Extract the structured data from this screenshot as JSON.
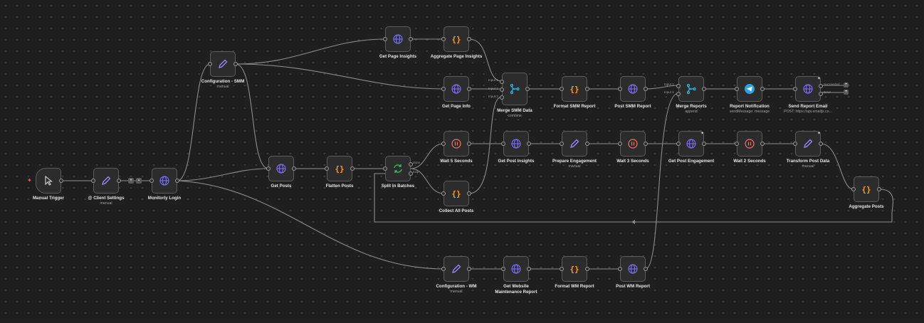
{
  "nodes": {
    "manual_trigger": {
      "label": "Manual Trigger",
      "sub": ""
    },
    "client_settings": {
      "label": "@ Client Settings",
      "sub": "manual"
    },
    "monitorly_login": {
      "label": "Monitorly Login",
      "sub": ""
    },
    "config_smm": {
      "label": "Configuration - SMM",
      "sub": "manual"
    },
    "get_page_insights": {
      "label": "Get Page Insights",
      "sub": ""
    },
    "aggregate_page_insights": {
      "label": "Aggregate Page Insights",
      "sub": ""
    },
    "get_page_info": {
      "label": "Get Page Info",
      "sub": ""
    },
    "merge_smm_data": {
      "label": "Merge SMM Data",
      "sub": "combine"
    },
    "format_smm_report": {
      "label": "Format SMM Report",
      "sub": ""
    },
    "post_smm_report": {
      "label": "Post SMM Report",
      "sub": ""
    },
    "merge_reports": {
      "label": "Merge Reports",
      "sub": "append"
    },
    "report_notification": {
      "label": "Report Notification",
      "sub": "sendMessage: message"
    },
    "send_report_email": {
      "label": "Send Report Email",
      "sub": "POST: https://api.emailjs.co..."
    },
    "get_posts": {
      "label": "Get Posts",
      "sub": ""
    },
    "flatten_posts": {
      "label": "Flatten Posts",
      "sub": ""
    },
    "split_in_batches": {
      "label": "Split In Batches",
      "sub": ""
    },
    "wait_5": {
      "label": "Wait 5 Seconds",
      "sub": ""
    },
    "get_post_insights": {
      "label": "Get Post Insights",
      "sub": ""
    },
    "prepare_engagement": {
      "label": "Prepare Engagement",
      "sub": "manual"
    },
    "wait_3": {
      "label": "Wait 3 Seconds",
      "sub": ""
    },
    "get_post_engagement": {
      "label": "Get Post Engagement",
      "sub": ""
    },
    "wait_2": {
      "label": "Wait 2 Seconds",
      "sub": ""
    },
    "transform_post_data": {
      "label": "Transform Post Data",
      "sub": "manual"
    },
    "collect_all_posts": {
      "label": "Collect All Posts",
      "sub": ""
    },
    "aggregate_posts": {
      "label": "Aggregate Posts",
      "sub": ""
    },
    "config_wm": {
      "label": "Configuration - WM",
      "sub": "manual"
    },
    "get_wm_report": {
      "label": "Get Website Maintenance Report",
      "sub": ""
    },
    "format_wm_report": {
      "label": "Format WM Report",
      "sub": ""
    },
    "post_wm_report": {
      "label": "Post WM Report",
      "sub": ""
    }
  },
  "ports": {
    "input1": "Input 1",
    "input2": "Input 2",
    "input3": "Input 3",
    "done": "done",
    "loop": "loop",
    "succeeded": "Succeeded",
    "error": "Error"
  },
  "colors": {
    "canvas": "#1f1f1f",
    "node_bg": "#2c2c2c",
    "http_icon": "#7b6cf6",
    "code_icon": "#ff9b26",
    "set_icon": "#9b8cff",
    "wait_icon": "#ff6d6d",
    "merge_icon": "#35b8e0",
    "split_icon": "#34c26a",
    "telegram_icon": "#2aa3e0"
  },
  "icons": {
    "http": "globe-icon",
    "code": "braces-icon",
    "set": "pencil-icon",
    "wait": "pause-icon",
    "merge": "merge-icon",
    "split": "loop-icon",
    "trigger": "cursor-icon",
    "telegram": "paper-plane-icon"
  }
}
